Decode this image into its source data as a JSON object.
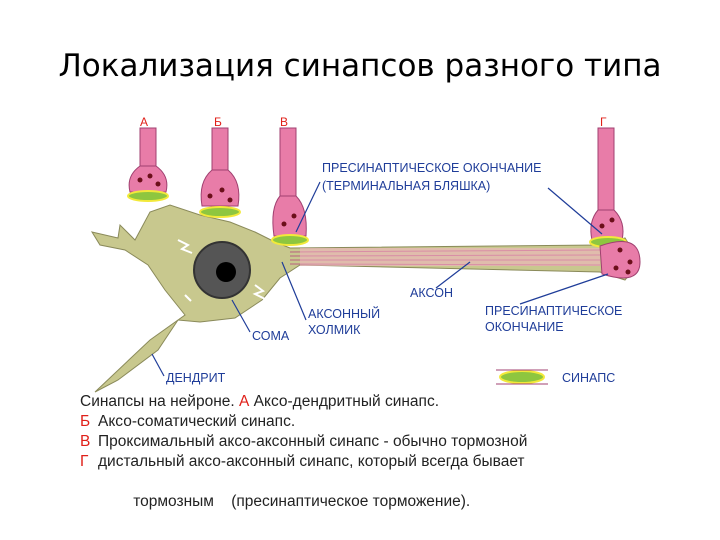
{
  "title": "Локализация синапсов разного типа",
  "letters": {
    "a": "А",
    "b": "Б",
    "v": "В",
    "g": "Г"
  },
  "labels": {
    "presyn_ending_1": "ПРЕСИНАПТИЧЕСКОЕ ОКОНЧАНИЕ",
    "presyn_ending_2": "(ТЕРМИНАЛЬНАЯ БЛЯШКА)",
    "axon": "АКСОН",
    "axon_hillock_1": "АКСОННЫЙ",
    "axon_hillock_2": "ХОЛМИК",
    "soma": "СОМА",
    "dendrite": "ДЕНДРИТ",
    "presyn_2_1": "ПРЕСИНАПТИЧЕСКОЕ",
    "presyn_2_2": "ОКОНЧАНИЕ",
    "synapse": "СИНАПС"
  },
  "legend": {
    "line1_prefix": "Синапсы на нейроне.",
    "line1_key": "А",
    "line1_text": "Аксо-дендритный синапс.",
    "line2_key": "Б",
    "line2_text": "Аксо-соматический синапс.",
    "line3_key": "В",
    "line3_text": "Проксимальный аксо-аксонный синапс - обычно тормозной",
    "line4_key": "Г",
    "line4_text": "дистальный аксо-аксонный синапс, который всегда бывает",
    "line5_text": "тормозным    (пресинаптическое торможение)."
  },
  "colors": {
    "soma": "#c8c88e",
    "terminal": "#e87ca8",
    "synapse_green": "#8ec63f",
    "synapse_yellow": "#f2e93a",
    "label_blue": "#1f3d99",
    "letter_red": "#e0201a"
  }
}
